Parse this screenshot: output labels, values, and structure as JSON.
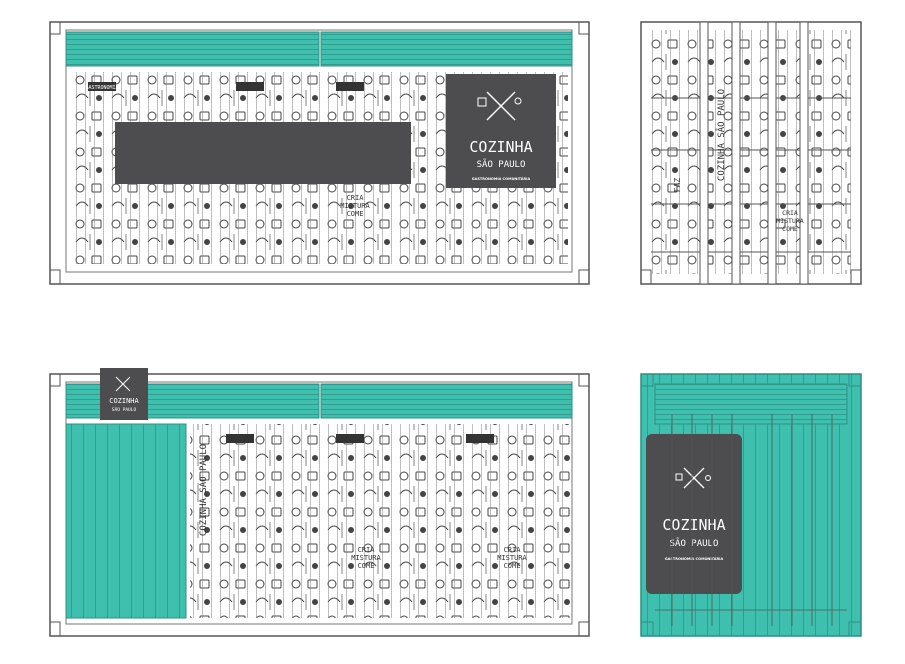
{
  "brand": {
    "title": "COZINHA",
    "subtitle": "SÃO PAULO",
    "tagline": "GASTRONOMIA COMUNITÁRIA"
  },
  "pattern": {
    "tag_label": "GASTRONOMIA",
    "vertical_text": "COZINHA SÃO PAULO",
    "slogan": [
      "CRIA",
      "MISTURA",
      "COME"
    ],
    "side_text": "FAZ"
  },
  "colors": {
    "teal": "#3fbfad",
    "dark": "#4d4d4f",
    "line": "#555555",
    "white": "#ffffff"
  },
  "views": [
    {
      "name": "long-side-a"
    },
    {
      "name": "short-end-pattern"
    },
    {
      "name": "long-side-b"
    },
    {
      "name": "short-end-doors"
    }
  ]
}
